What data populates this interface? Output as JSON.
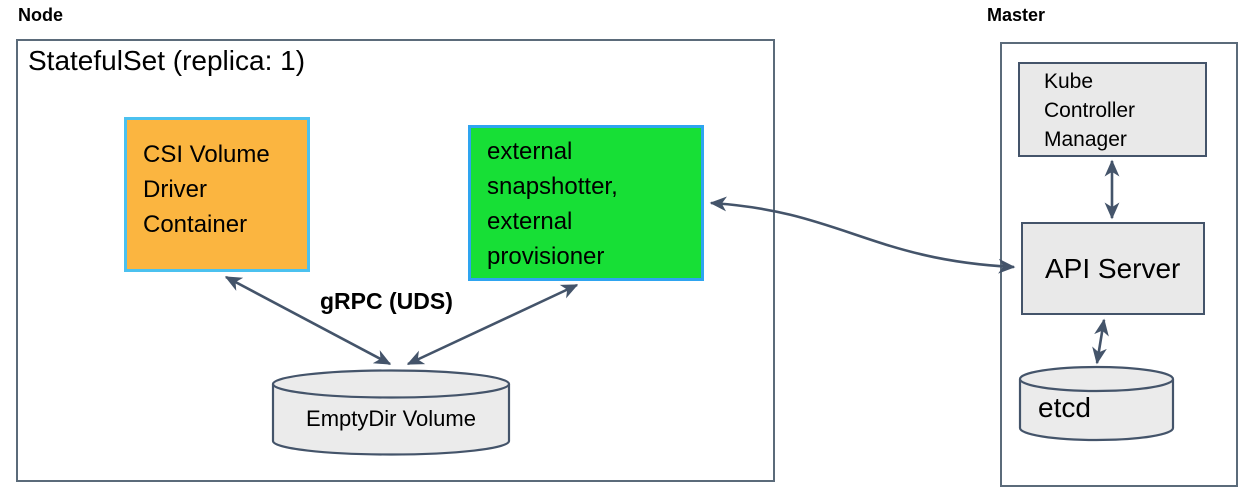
{
  "node_section": {
    "label": "Node",
    "statefulset_title": "StatefulSet (replica: 1)",
    "csi_driver_label": "CSI Volume Driver Container",
    "sidecars_label": "external snapshotter, external provisioner",
    "emptydir_label": "EmptyDir Volume",
    "grpc_label": "gRPC (UDS)"
  },
  "master_section": {
    "label": "Master",
    "kube_controller_manager_label": "Kube Controller Manager",
    "api_server_label": "API Server",
    "etcd_label": "etcd"
  },
  "connections": [
    {
      "from": "CSI Volume Driver Container",
      "to": "EmptyDir Volume",
      "bidirectional": true,
      "label": "gRPC (UDS)"
    },
    {
      "from": "external snapshotter, external provisioner",
      "to": "EmptyDir Volume",
      "bidirectional": true,
      "label": "gRPC (UDS)"
    },
    {
      "from": "external snapshotter, external provisioner",
      "to": "API Server",
      "bidirectional": true,
      "style": "s-curve"
    },
    {
      "from": "Kube Controller Manager",
      "to": "API Server",
      "bidirectional": true
    },
    {
      "from": "API Server",
      "to": "etcd",
      "bidirectional": true
    }
  ],
  "colors": {
    "background": "#FFFFFF",
    "text": "#000000",
    "outer_box_border": "#5B6B7A",
    "csi_box_fill": "#FBB540",
    "csi_box_border": "#4BC1EF",
    "sidecar_box_fill": "#17DF36",
    "sidecar_box_border": "#2EA4F0",
    "gray_box_fill": "#E9E9E9",
    "gray_box_border": "#44546A",
    "cylinder_fill": "#EBEBEB",
    "cylinder_border": "#44546A",
    "arrow": "#44546A"
  }
}
